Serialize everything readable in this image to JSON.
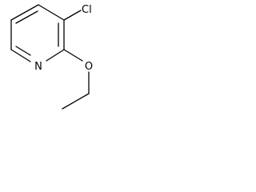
{
  "molecule": {
    "atoms": {
      "cl": "Cl",
      "n": "N",
      "o": "O"
    }
  }
}
